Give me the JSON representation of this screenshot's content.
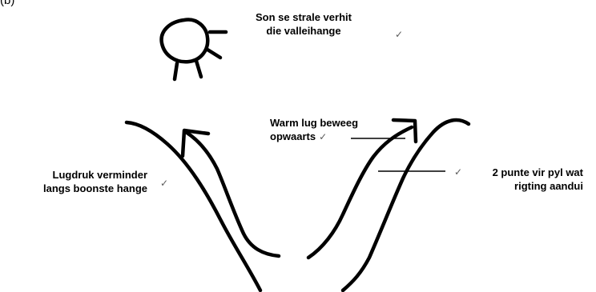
{
  "question_marker": "(b)",
  "labels": {
    "sun_line1": "Son se strale verhit",
    "sun_line2": "die valleihange",
    "warm_line1": "Warm lug beweeg",
    "warm_line2": "opwaarts",
    "pressure_line1": "Lugdruk verminder",
    "pressure_line2": "langs boonste hange",
    "arrow_note_line1": "2 punte vir pyl wat",
    "arrow_note_line2": "rigting aandui"
  },
  "tick_mark": "✓",
  "colors": {
    "ink": "#000000",
    "tick": "#5a5a5a",
    "background": "#ffffff"
  },
  "icons": {
    "sun": "sun-icon",
    "valley": "valley-outline",
    "arrow_left": "arrow-up-left",
    "arrow_right": "arrow-up-right"
  }
}
